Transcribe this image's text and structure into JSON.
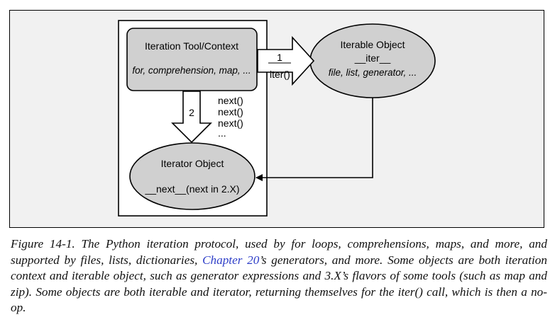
{
  "diagram": {
    "tool_box": {
      "title": "Iteration Tool/Context",
      "subtitle": "for, comprehension, map, ..."
    },
    "iterable": {
      "title": "Iterable Object",
      "method": "__iter__",
      "subtitle": "file, list, generator, ..."
    },
    "iterator": {
      "title": "Iterator Object",
      "method": "__next__(next in 2.X)"
    },
    "arrow_iter": {
      "number": "1",
      "label": "iter()"
    },
    "arrow_next": {
      "number": "2",
      "labels": [
        "next()",
        "next()",
        "next()",
        "..."
      ]
    }
  },
  "caption": {
    "label": "Figure 14-1.",
    "text_1": " The Python iteration protocol, used by for loops, comprehensions, maps, and more, and supported by files, lists, dictionaries, ",
    "link": "Chapter 20",
    "text_2": "’s generators, and more. Some objects are both iteration context and iterable object, such as generator expressions and 3.X’s flavors of some tools (such as map and zip). Some objects are both iterable and iterator, returning themselves for the iter() call, which is then a no-op."
  },
  "colors": {
    "frame_bg": "#f1f1f1",
    "shape_fill": "#d0d0d0",
    "link": "#2e3ec8"
  }
}
